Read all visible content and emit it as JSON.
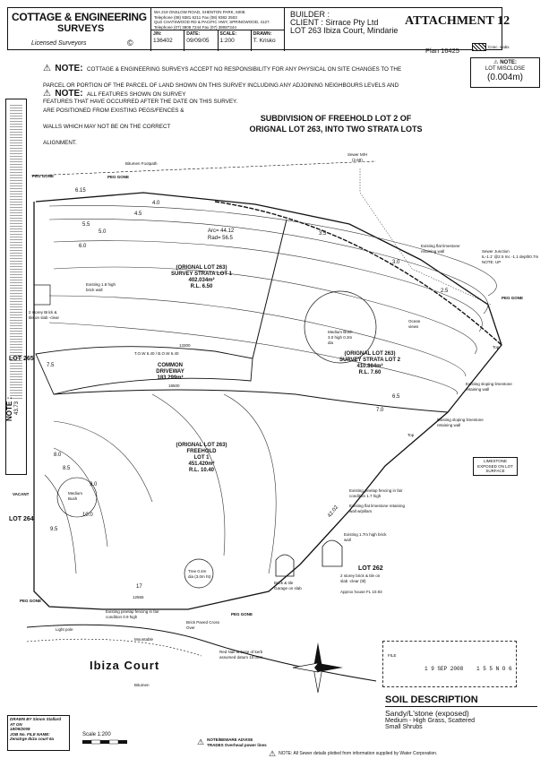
{
  "header": {
    "company_name": "COTTAGE & ENGINEERING",
    "company_sub": "SURVEYS",
    "licensed": "Licensed Surveyors",
    "copyright": "©",
    "address_lines": [
      "WA    219 ONSLOW ROAD, SHENTON PARK, 6008.",
      "Telephone (08) 9381 6211  Fax (08) 9382 2503",
      "QLD  CHATSWOOD RD & PACIFIC HWY, SPRINGWOOD, 4127.",
      "Telephone (07) 3808 7244  Fax (07) 38087344"
    ],
    "job_label": "J/N:",
    "job_value": "136402",
    "date_label": "DATE:",
    "date_value": "09/09/05",
    "scale_label": "SCALE:",
    "scale_value": "1:200",
    "drawn_label": "DRAWN:",
    "drawn_value": "T. Krisko",
    "builder_label": "BUILDER :",
    "client_line": "CLIENT : Sirrace Pty Ltd",
    "lot_line": "LOT  263 Ibiza Court, Mindarie",
    "plan": "Plan 16425",
    "conc_slabs": "Conc. slabs",
    "attachment": "ATTACHMENT 12"
  },
  "notes": {
    "note1_label": "NOTE:",
    "note1_text": "COTTAGE & ENGINEERING SURVEYS ACCEPT NO RESPONSIBILITY FOR ANY PHYSICAL ON SITE CHANGES TO THE PARCEL OR PORTION OF THE PARCEL OF LAND SHOWN ON THIS SURVEY INCLUDING ANY ADJOINING NEIGHBOURS LEVELS AND FEATURES THAT HAVE OCCURRED AFTER THE DATE ON THIS SURVEY.",
    "note2_label": "NOTE:",
    "note2_text": "ALL FEATURES SHOWN ON SURVEY ARE POSITIONED FROM EXISTING PEGS/FENCES & WALLS WHICH MAY NOT BE ON THE CORRECT ALIGNMENT.",
    "misclose_label": "NOTE:",
    "misclose_line1": "LOT MISCLOSE",
    "misclose_value": "(0.004m)",
    "side_note_label": "NOTE :",
    "bottom_note": "NOTE/BEWARE ADVISE TRADES Overhead power lines",
    "sewer_note": "NOTE:  All Sewer details plotted from information supplied by Water Corporation."
  },
  "title": {
    "line1": "SUBDIVISION OF FREEHOLD LOT 2 OF",
    "line2": "ORIGNAL LOT 263, INTO TWO STRATA LOTS"
  },
  "plan_labels": {
    "bitumen_footpath": "Bitumen Footpath",
    "peg_gone": "PEG GONE",
    "sewer_mh": "Sewer M/H",
    "sewer_mh_level": "(2.69)",
    "sewer_junction": "Sewer Junction",
    "sewer_junction_detail": "IL-1.1' @2.5  Inc -1.1  depth0.7m  NOTE: UP",
    "lot1_a": "(ORIGNAL LOT 263)",
    "lot1_b": "SURVEY STRATA LOT 1",
    "lot1_c": "402.034m²",
    "lot1_d": "R.L. 6.50",
    "lot2_a": "(ORIGNAL LOT 263)",
    "lot2_b": "SURVEY STRATA LOT 2",
    "lot2_c": "410.884m²",
    "lot2_d": "R.L. 7.60",
    "drive_a": "COMMON",
    "drive_b": "DRIVEWAY",
    "drive_c": "183.299m²",
    "freehold_a": "(ORIGNAL LOT 263)",
    "freehold_b": "FREEHOLD",
    "freehold_c": "LOT 1",
    "freehold_d": "451.420m²",
    "freehold_e": "R.L. 10.40",
    "arc": "Arc= 44.12",
    "rad": "Rad= 56.5",
    "lot265": "LOT 265",
    "lot264": "LOT 264",
    "lot262": "LOT 262",
    "vacant": "VACANT",
    "dim_43_73": "43.73",
    "dim_42_02": "42.02",
    "dim_17": "17",
    "dim_6_15": "6.15",
    "dim_18500": "18500",
    "dim_13300": "13300",
    "dim_12565": "12565",
    "medium_bush": "Medium Bush",
    "medium_bush_detail": "3.0 high 0.3m dia",
    "medium_bush_left": "Medium Bush",
    "ocean_views": "Ocean views",
    "house_left": "2 storey Brick & tile on slab -clear",
    "house_right": "2 storey brick & tile on slab -clear (ttl)",
    "house_right_detail": "Approx house FL 10.93",
    "garage": "Brick & tile Garage on slab",
    "tree": "Tree 0.4m dia (3.0m ht)",
    "limestone": "LIMESTONE EXPOSED ON LOT SURFACE",
    "sloping_wall_1": "Existing flat limestone retaining wall",
    "sloping_wall_2": "Existing sloping limestone retaining wall",
    "sloping_wall_3": "Existing sloping limestone retaining wall",
    "pinelap_fence_1": "Existing pinelap fencing in fair condition 1.7 high",
    "flat_wall": "Existing flat limestone retaining wall w/pillars",
    "brick_wall": "Existing 1.7m high brick wall",
    "brick_wall_18": "Existing 1.8 high brick wall",
    "pinelap_fence_2": "Existing pinelap fencing in fair condition 0.9 high",
    "brick_paved": "Brick Paved Cross Over",
    "light_pole": "Light pole",
    "mountable": "Mountable",
    "road_name": "Ibiza Court",
    "bitumen": "Bitumen",
    "red_nail": "Red Nail at base of kerb assumed datum 10.00m",
    "top": "Top",
    "tw_bw": "T.O.W 6.40 / B.O.W 6.40",
    "contour_values": [
      "4.0",
      "4.5",
      "5.0",
      "5.5",
      "6.0",
      "6.5",
      "7.0",
      "7.5",
      "8.0",
      "8.5",
      "9.0",
      "9.5",
      "10.0",
      "3.0",
      "3.5",
      "2.5"
    ]
  },
  "stamp": {
    "line1": "FILE",
    "date": "1 9 SEP 2008",
    "code": "1 5 5 N O 6"
  },
  "soil": {
    "title": "SOIL DESCRIPTION",
    "line1": "Sandy/L'stone (exposed)",
    "line2": "Medium - High Grass, Scattered",
    "line3": "Small Shrubs"
  },
  "drawn_by": {
    "line1": "DRAWN BY Simon Stallard",
    "line2": "AT ON",
    "line3": "18/09/2008",
    "line4": "JOB No. FILE NAME:",
    "line5": "Zenatrge Ibiza court 6a"
  },
  "scale_bar": {
    "label": "Scale 1:200"
  }
}
